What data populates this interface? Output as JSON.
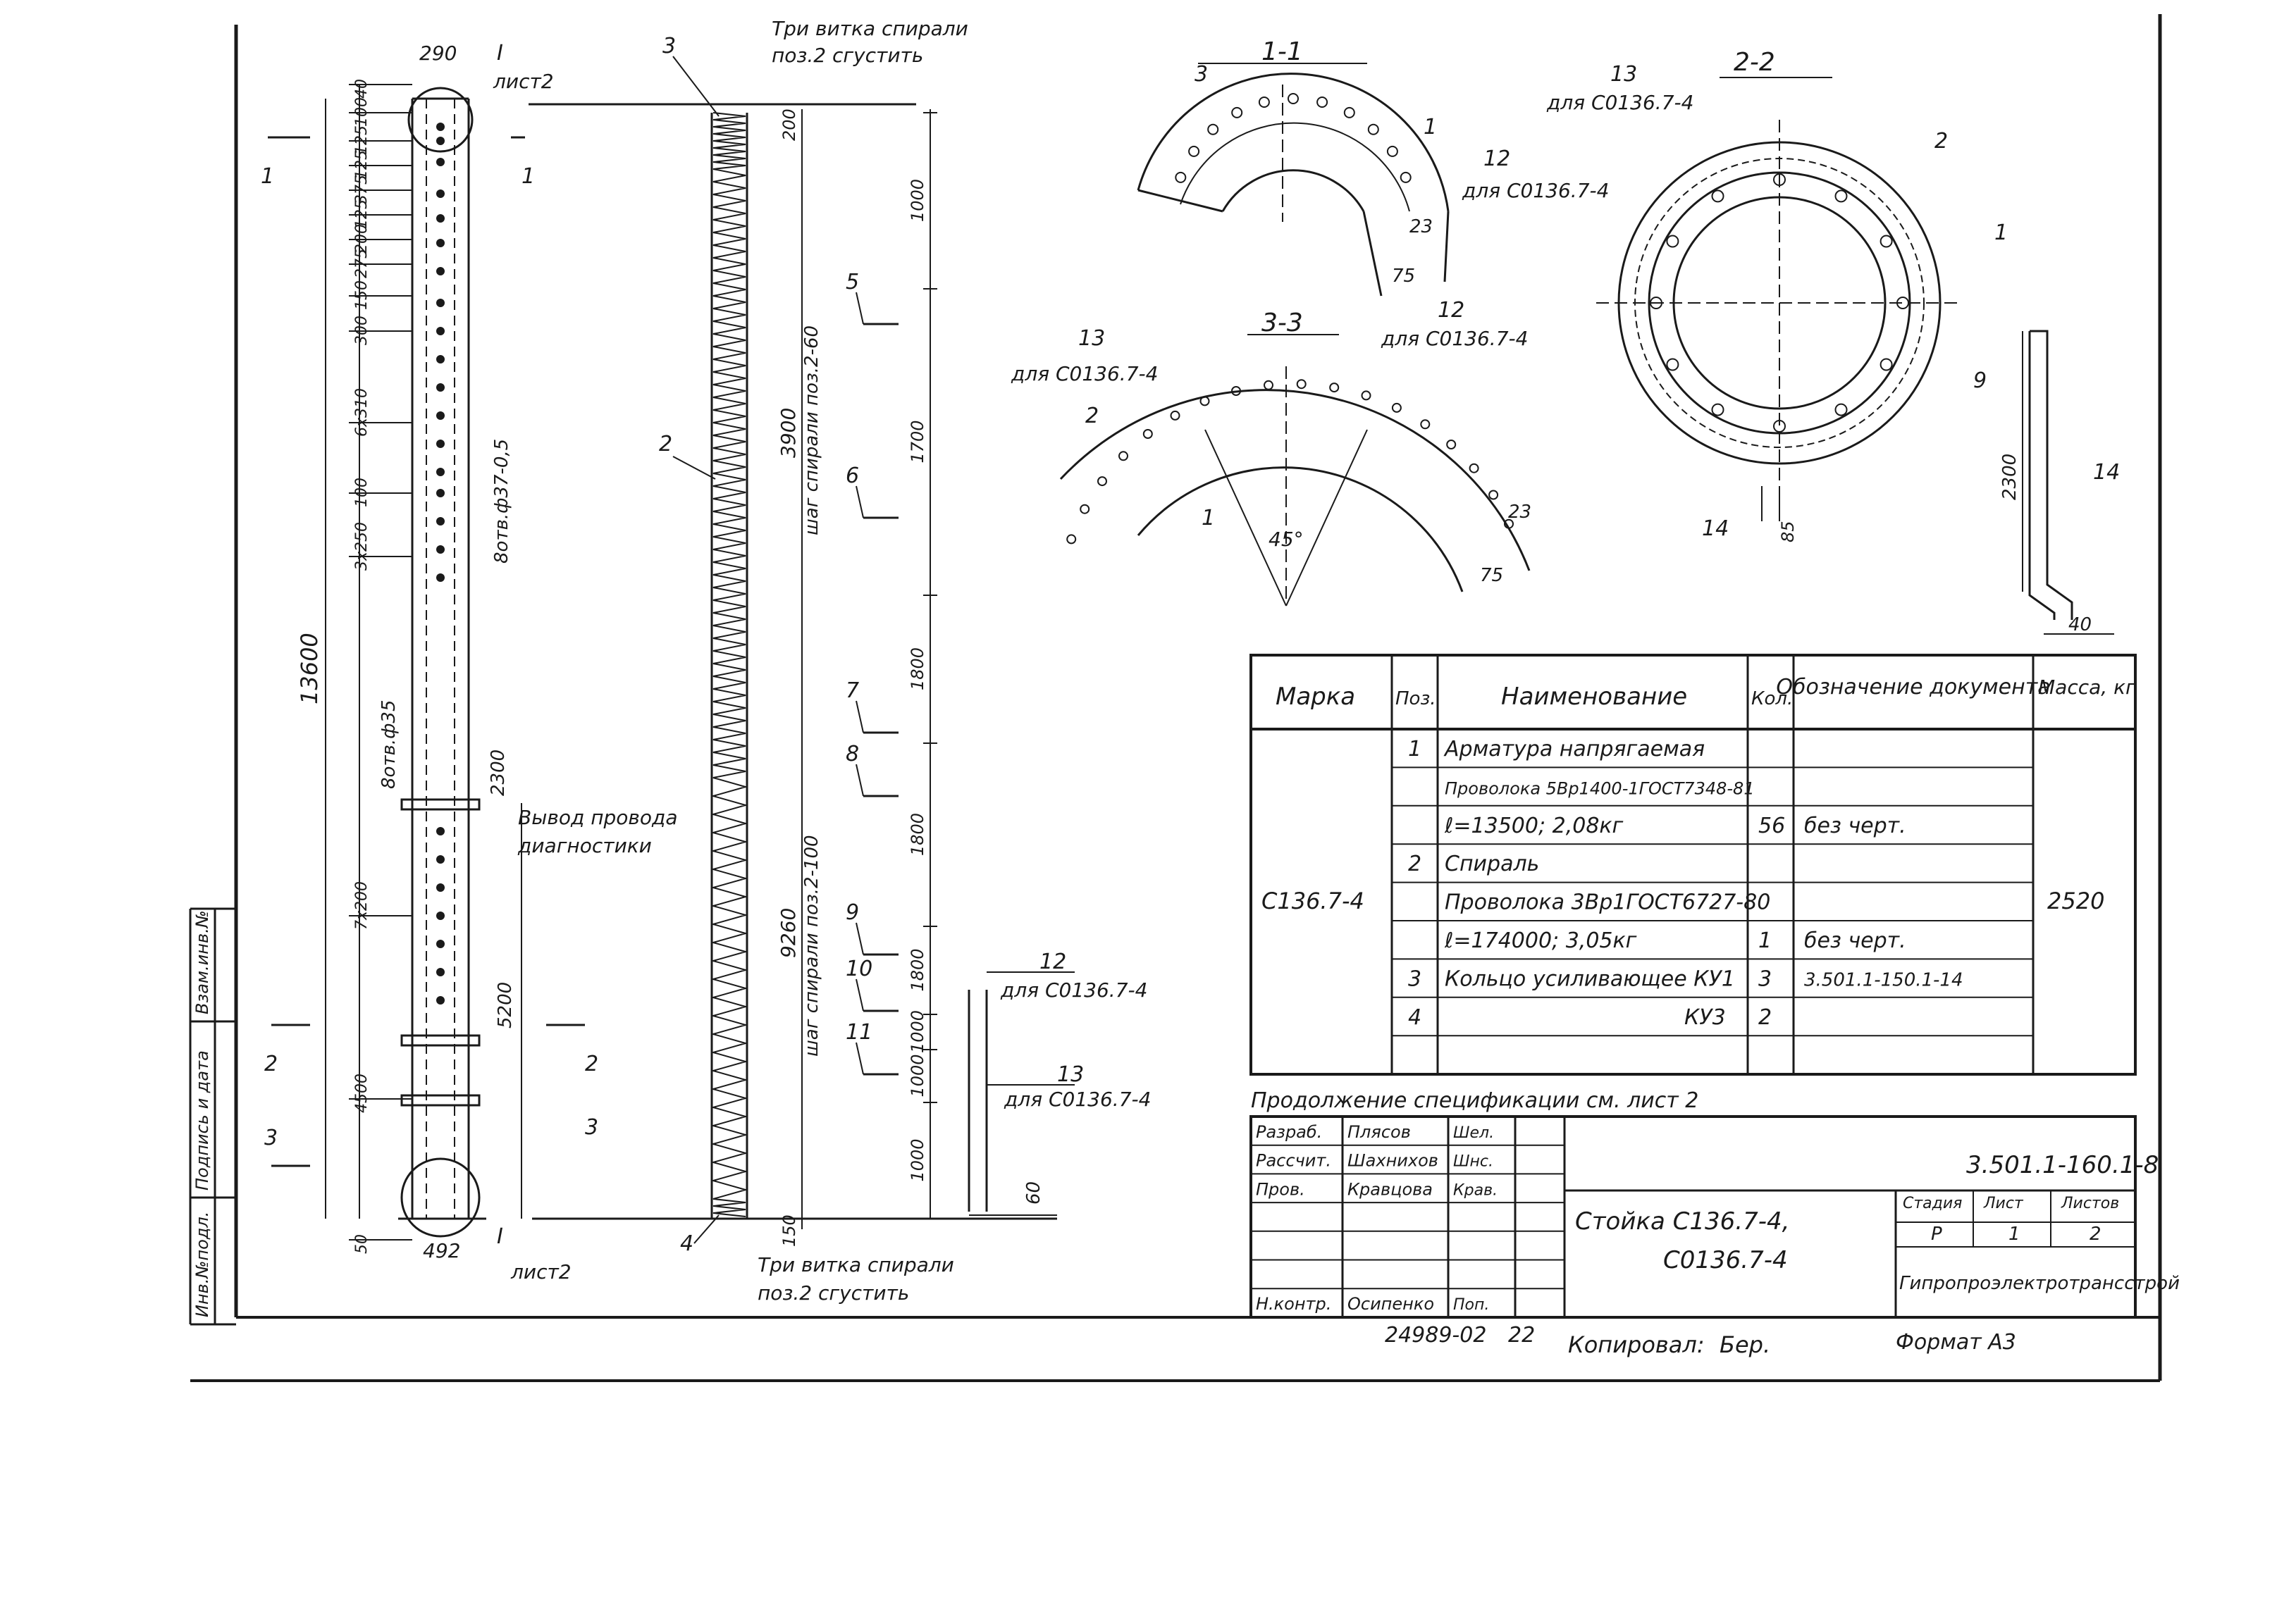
{
  "frame": {
    "side_stamp": [
      "Инв.№подл.",
      "Подпись и дата",
      "Взам.инв.№"
    ]
  },
  "column": {
    "top_width": "290",
    "bottom_width": "492",
    "overall_height": "13600",
    "section_marks": [
      "I",
      "1",
      "2",
      "3"
    ],
    "sheet_ref": "лист2",
    "dims_left": [
      "40",
      "100",
      "125",
      "125",
      "375",
      "125",
      "200",
      "275",
      "150",
      "300",
      "6х310",
      "100",
      "3х250",
      "7х200",
      "4500",
      "50"
    ],
    "hole_label_1": "8отв.ф37-0,5",
    "hole_label_2": "8отв.ф35",
    "dim_2300": "2300",
    "dim_5200": "5200",
    "wire_outlet": [
      "Вывод провода",
      "диагностики"
    ]
  },
  "spiral": {
    "top_note": [
      "Три витка спирали",
      "поз.2 сгустить"
    ],
    "bottom_note": [
      "Три витка спирали",
      "поз.2 сгустить"
    ],
    "pos_top": "3",
    "pos_mid": "2",
    "pos_bottom": "4",
    "dim_top": "200",
    "dim_3900": "3900",
    "pitch_60": "шаг спирали поз.2-60",
    "dim_9260": "9260",
    "pitch_100": "шаг спирали поз.2-100",
    "dim_bottom": "150",
    "segment_dims": [
      "1000",
      "1700",
      "1800",
      "1800",
      "1800",
      "1000",
      "1000",
      "1000"
    ],
    "section_marks": [
      "5",
      "6",
      "7",
      "8",
      "9",
      "10",
      "11"
    ]
  },
  "side_bars": {
    "pos12": "12",
    "pos12_note": "для С0136.7-4",
    "pos13": "13",
    "pos13_note": "для С0136.7-4",
    "dim60": "60"
  },
  "section_1_1": {
    "title": "1-1",
    "labels": [
      "3",
      "1"
    ],
    "dims": [
      "23",
      "75"
    ]
  },
  "section_3_3": {
    "title": "3-3",
    "labels": [
      "13",
      "12",
      "2",
      "1"
    ],
    "note13": "для С0136.7-4",
    "note12": "для С0136.7-4",
    "angle": "45°",
    "dims": [
      "23",
      "75"
    ]
  },
  "section_2_2": {
    "title": "2-2",
    "labels": [
      "13",
      "12",
      "2",
      "1",
      "9",
      "14"
    ],
    "note13": "для С0136.7-4",
    "note12": "для С0136.7-4",
    "dim": "85"
  },
  "part14": {
    "label": "14",
    "dim_len": "2300",
    "dim_width": "40"
  },
  "spec_table": {
    "headers": [
      "Марка",
      "Поз.",
      "Наименование",
      "Кол.",
      "Обозначение документа",
      "Масса, кг"
    ],
    "mark": "С136.7-4",
    "mass": "2520",
    "rows": [
      {
        "pos": "1",
        "name": "Арматура напрягаемая",
        "qty": "",
        "doc": ""
      },
      {
        "pos": "",
        "name": "Проволока 5Вр1400-1ГОСТ7348-81",
        "qty": "",
        "doc": ""
      },
      {
        "pos": "",
        "name": "ℓ=13500; 2,08кг",
        "qty": "56",
        "doc": "без черт."
      },
      {
        "pos": "2",
        "name": "Спираль",
        "qty": "",
        "doc": ""
      },
      {
        "pos": "",
        "name": "Проволока 3Вр1ГОСТ6727-80",
        "qty": "",
        "doc": ""
      },
      {
        "pos": "",
        "name": "ℓ=174000; 3,05кг",
        "qty": "1",
        "doc": "без черт."
      },
      {
        "pos": "3",
        "name": "Кольцо усиливающее КУ1",
        "qty": "3",
        "doc": "3.501.1-150.1-14"
      },
      {
        "pos": "4",
        "name": "КУ3",
        "qty": "2",
        "doc": ""
      },
      {
        "pos": "",
        "name": "",
        "qty": "",
        "doc": ""
      }
    ],
    "continuation": "Продолжение спецификации см. лист 2"
  },
  "title_block": {
    "roles": [
      "Разраб.",
      "Рассчит.",
      "Пров.",
      "",
      "",
      "",
      "Н.контр."
    ],
    "names": [
      "Плясов",
      "Шахнихов",
      "Кравцова",
      "",
      "",
      "",
      "Осипенко"
    ],
    "signs": [
      "Шел.",
      "Шнс.",
      "Крав.",
      "",
      "",
      "",
      "Поп."
    ],
    "doc_code": "3.501.1-160.1-8",
    "title_line1": "Стойка С136.7-4,",
    "title_line2": "С0136.7-4",
    "stage_headers": [
      "Стадия",
      "Лист",
      "Листов"
    ],
    "stage_values": [
      "Р",
      "1",
      "2"
    ],
    "org": "Гипропроэлектротрансстрой"
  },
  "footer": {
    "inventory": "24989-02",
    "page": "22",
    "copied": "Копировал:",
    "copied_sign": "Бер.",
    "format": "Формат А3"
  }
}
